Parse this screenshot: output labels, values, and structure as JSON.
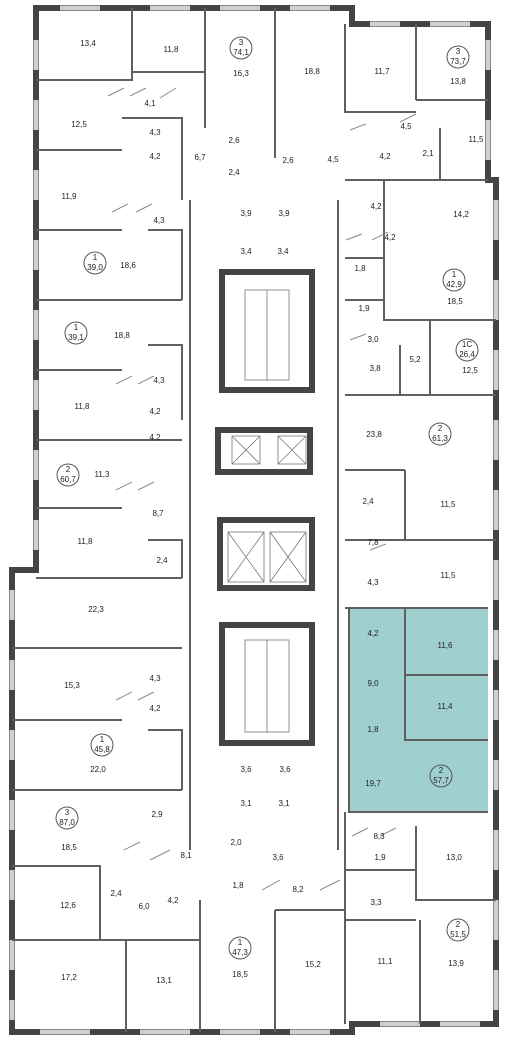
{
  "colors": {
    "highlight": "#9fcfcf",
    "wall": "#5f5f5f",
    "window": "#cfcfcf"
  },
  "apartments": [
    {
      "id": "a1",
      "rooms": "3",
      "area": "74,1"
    },
    {
      "id": "a2",
      "rooms": "3",
      "area": "73,7"
    },
    {
      "id": "a3",
      "rooms": "1",
      "area": "39,0"
    },
    {
      "id": "a4",
      "rooms": "1",
      "area": "42,9"
    },
    {
      "id": "a5",
      "rooms": "1",
      "area": "39,1"
    },
    {
      "id": "a6",
      "rooms": "1C",
      "area": "26,4"
    },
    {
      "id": "a7",
      "rooms": "2",
      "area": "61,3"
    },
    {
      "id": "a8",
      "rooms": "2",
      "area": "60,7"
    },
    {
      "id": "a9",
      "rooms": "2",
      "area": "57,7"
    },
    {
      "id": "a10",
      "rooms": "1",
      "area": "45,8"
    },
    {
      "id": "a11",
      "rooms": "3",
      "area": "87,0"
    },
    {
      "id": "a12",
      "rooms": "1",
      "area": "47,3"
    },
    {
      "id": "a13",
      "rooms": "2",
      "area": "51,5"
    }
  ],
  "rooms": [
    "13,4",
    "11,8",
    "16,3",
    "18,8",
    "11,7",
    "13,8",
    "4,1",
    "12,5",
    "4,3",
    "6,7",
    "2,6",
    "2,6",
    "4,5",
    "4,5",
    "2,1",
    "11,5",
    "4,2",
    "2,4",
    "4,2",
    "11,9",
    "4,3",
    "4,2",
    "14,2",
    "3,9",
    "3,9",
    "4,2",
    "3,4",
    "3,4",
    "18,6",
    "1,8",
    "18,5",
    "1,9",
    "18,8",
    "3,0",
    "5,2",
    "12,5",
    "3,8",
    "4,3",
    "11,8",
    "4,2",
    "23,8",
    "4,2",
    "11,3",
    "2,4",
    "8,7",
    "11,5",
    "11,8",
    "7,8",
    "2,4",
    "4,3",
    "11,5",
    "22,3",
    "4,2",
    "11,6",
    "15,3",
    "4,3",
    "9,0",
    "4,2",
    "11,4",
    "22,0",
    "1,8",
    "3,6",
    "3,6",
    "19,7",
    "2,9",
    "3,1",
    "3,1",
    "18,5",
    "8,3",
    "2,0",
    "13,0",
    "3,6",
    "8,1",
    "1,9",
    "2,4",
    "1,8",
    "8,2",
    "6,0",
    "4,2",
    "3,3",
    "12,6",
    "17,2",
    "13,1",
    "18,5",
    "15,2",
    "11,1",
    "13,9"
  ]
}
